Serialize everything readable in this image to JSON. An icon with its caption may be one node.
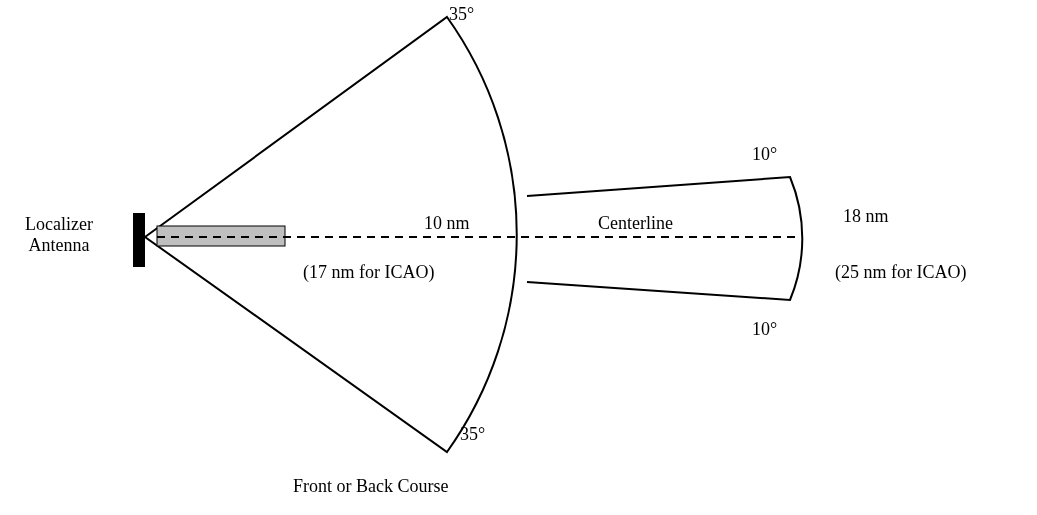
{
  "diagram": {
    "labels": [
      "35°",
      "10°",
      "18 nm",
      "Localizer Antenna",
      "10 nm",
      "Centerline",
      "(17 nm for ICAO)",
      "(25 nm for ICAO)",
      "10°",
      "35°",
      "Front or Back Course"
    ]
  }
}
